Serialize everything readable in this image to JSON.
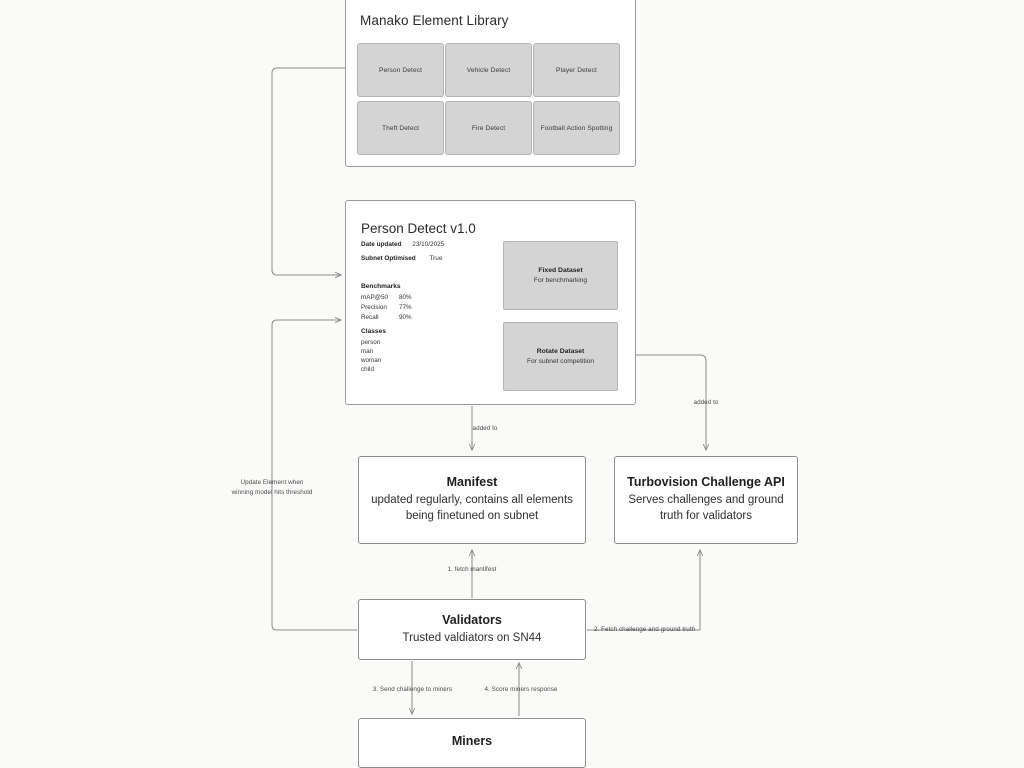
{
  "library": {
    "title": "Manako Element Library",
    "tiles": [
      {
        "label": "Person Detect"
      },
      {
        "label": "Vehicle Detect"
      },
      {
        "label": "Player Detect"
      },
      {
        "label": "Theft Detect"
      },
      {
        "label": "Fire Detect"
      },
      {
        "label": "Football Action Spotting"
      }
    ]
  },
  "person_detect": {
    "title": "Person Detect v1.0",
    "meta": [
      {
        "key": "Date updated",
        "value": "23/10/2025"
      },
      {
        "key": "Subnet Optimised",
        "value": "True"
      }
    ],
    "benchmarks_heading": "Benchmarks",
    "benchmarks": [
      {
        "name": "mAP@50",
        "value": "80%"
      },
      {
        "name": "Precision",
        "value": "77%"
      },
      {
        "name": "Recall",
        "value": "90%"
      }
    ],
    "classes_heading": "Classes",
    "classes": [
      "person",
      "man",
      "woman",
      "child"
    ],
    "datasets": [
      {
        "title": "Fixed Dataset",
        "subtitle": "For benchmarking"
      },
      {
        "title": "Rotate Dataset",
        "subtitle": "For subnet competition"
      }
    ]
  },
  "flow": {
    "manifest": {
      "title": "Manifest",
      "line1": "updated regularly, contains all elements",
      "line2": "being finetuned on subnet"
    },
    "turbovision": {
      "title": "Turbovision Challenge API",
      "line1": "Serves challenges and ground",
      "line2": "truth for validators"
    },
    "validators": {
      "title": "Validators",
      "line1": "Trusted valdiators on SN44"
    },
    "miners": {
      "title": "Miners"
    }
  },
  "edges": {
    "added_to_manifest": "added to",
    "added_to_turbovision": "added to",
    "update_element_line1": "Update Element when",
    "update_element_line2": "winning model hits threshold",
    "fetch_manifest": "1. fetch mantifest",
    "fetch_challenge": "2. Fetch challenge and ground truth",
    "send_challenge": "3. Send challenge to miners",
    "score_response": "4. Score miners response"
  },
  "colors": {
    "background": "#fafaf9",
    "card_border": "#9a9a9a",
    "tile_fill": "#d4d4d4",
    "tile_border": "#b4b4b4",
    "connector": "#8c8c8c",
    "text": "#2b2b2b"
  }
}
